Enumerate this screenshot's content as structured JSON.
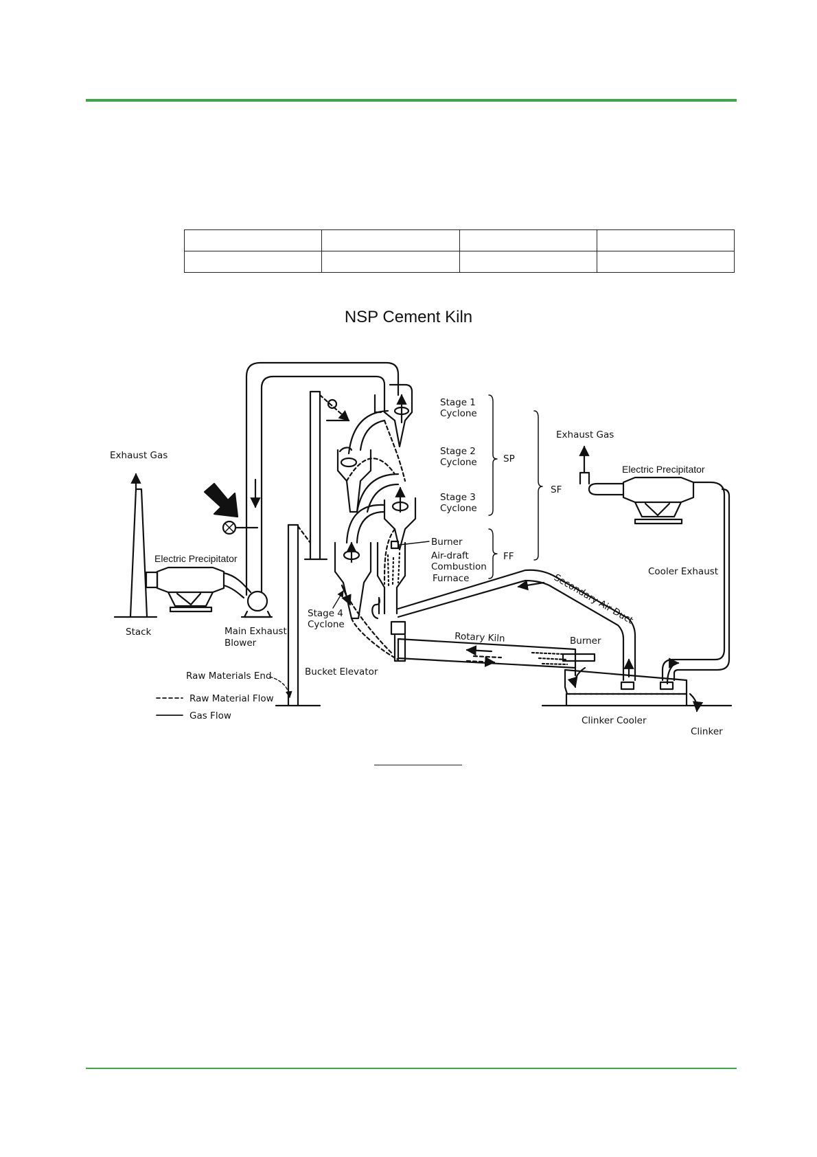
{
  "colors": {
    "accent_rule": "#3aa846",
    "ink": "#111111"
  },
  "title": "NSP Cement Kiln",
  "labels": {
    "stage1": [
      "Stage 1",
      "Cyclone"
    ],
    "stage2": [
      "Stage 2",
      "Cyclone"
    ],
    "stage3": [
      "Stage 3",
      "Cyclone"
    ],
    "stage4": [
      "Stage 4",
      "Cyclone"
    ],
    "sp": "SP",
    "sf": "SF",
    "ff": "FF",
    "burner_top": "Burner",
    "furnace": [
      "Air-draft",
      "Combustion",
      "Furnace"
    ],
    "exhaust_gas_left": "Exhaust Gas",
    "exhaust_gas_right": "Exhaust Gas",
    "electric_precipitator_left": "Electric Precipitator",
    "electric_precipitator_right": "Electric Precipitator",
    "cooler_exhaust": "Cooler Exhaust",
    "secondary_air_duct": "Secondary Air Duct",
    "stack": "Stack",
    "main_exhaust_blower": [
      "Main Exhaust",
      "Blower"
    ],
    "bucket_elevator": "Bucket Elevator",
    "raw_materials_end": "Raw Materials End",
    "rotary_kiln": "Rotary Kiln",
    "burner_kiln": "Burner",
    "clinker_cooler": "Clinker Cooler",
    "clinker": "Clinker"
  },
  "legend": {
    "raw_material_flow": "Raw Material Flow",
    "gas_flow": "Gas Flow"
  }
}
